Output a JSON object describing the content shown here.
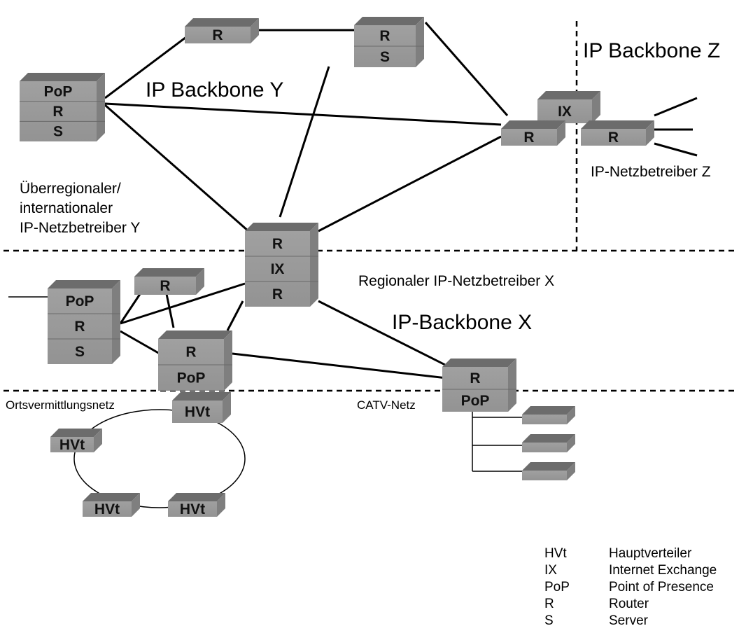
{
  "labels": {
    "backbone_y": "IP Backbone Y",
    "backbone_z": "IP Backbone Z",
    "backbone_x": "IP-Backbone X",
    "provider_z": "IP-Netzbetreiber Z",
    "provider_y_line1": "Überregionaler/",
    "provider_y_line2": "internationaler",
    "provider_y_line3": "IP-Netzbetreiber Y",
    "provider_x": "Regionaler IP-Netzbetreiber X",
    "local_net": "Ortsvermittlungsnetz",
    "catv_net": "CATV-Netz"
  },
  "boxes": {
    "pop": "PoP",
    "r": "R",
    "s": "S",
    "ix": "IX",
    "hvt": "HVt"
  },
  "legend": [
    {
      "abbr": "HVt",
      "desc": "Hauptverteiler"
    },
    {
      "abbr": "IX",
      "desc": "Internet Exchange"
    },
    {
      "abbr": "PoP",
      "desc": "Point of Presence"
    },
    {
      "abbr": "R",
      "desc": "Router"
    },
    {
      "abbr": "S",
      "desc": "Server"
    }
  ]
}
